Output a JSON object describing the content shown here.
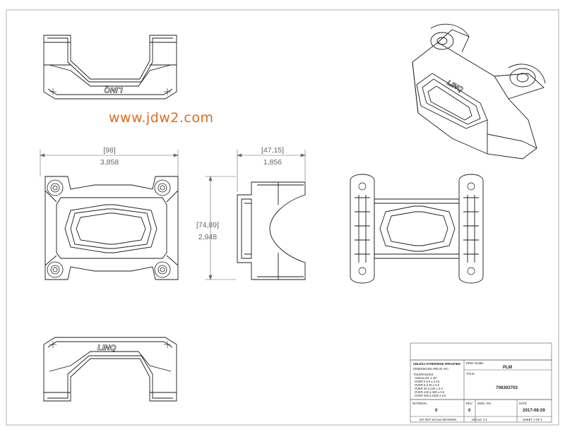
{
  "watermark": "www.jdw2.com",
  "brand_mark": "LINQ",
  "dimensions": {
    "width_mm": "[98]",
    "width_in": "3,858",
    "depth_mm": "[47,15]",
    "depth_in": "1,856",
    "height_mm": "[74,89]",
    "height_in": "2,948"
  },
  "title_block": {
    "unless_specified": "UNLESS OTHERWISE SPECIFIED:",
    "dimensions_are": "DIMENSIONS ARE IN mm",
    "tolerances": "TOLERANCES:",
    "tol_lines": [
      "ANGULAR: ± 30'",
      "OVER 0 à 6 ± 0.15",
      "OVER 6 à 30 ± 0.2",
      "OVER 30 à 120 ± 0.3",
      "OVER 120 à 400 ± 0.5",
      "OVER 400 à 1000 ± 0.8"
    ],
    "drawn_label": "DRW. NAME :",
    "drawn_value": "PLM",
    "title_label": "TITLE:",
    "title_value": "708302703",
    "material_label": "MATERIAL:",
    "material_value": "0",
    "rev_label": "REV:",
    "rev_value": "0",
    "dwg_label": "DWG. NO.",
    "date_label": "DATE",
    "date_value": "2017-08-29",
    "do_not_scale": "DO NOT SCALE DRAWING",
    "scale": "SCALE: 1:1",
    "sheet": "SHEET 1 OF 1"
  },
  "colors": {
    "watermark": "#e36a1a",
    "line": "#1a1a1a",
    "dim": "#666666"
  }
}
